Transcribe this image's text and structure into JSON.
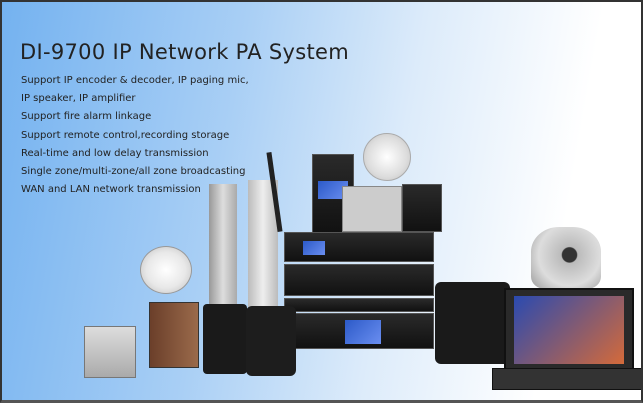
{
  "banner": {
    "title": "DI-9700 IP Network PA System",
    "features": [
      "Support IP encoder & decoder, IP paging mic,",
      "IP speaker, IP amplifier",
      "Support fire alarm linkage",
      "Support remote control,recording storage",
      "Real-time and low delay transmission",
      "Single zone/multi-zone/all zone broadcasting",
      "WAN and LAN network transmission"
    ]
  }
}
